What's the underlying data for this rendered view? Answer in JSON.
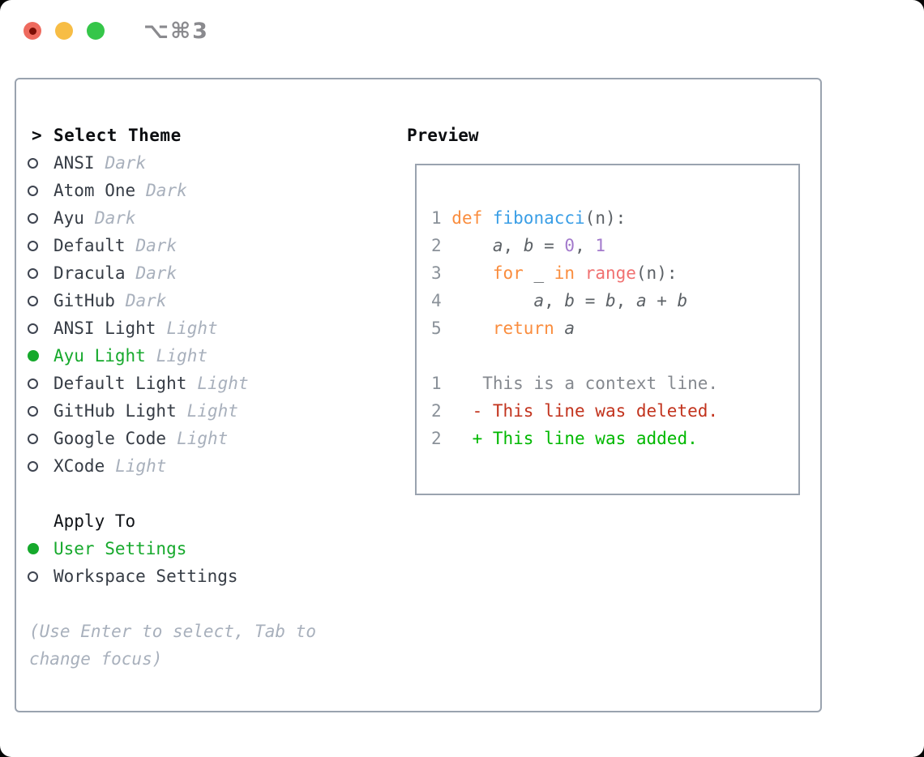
{
  "window": {
    "shortcut": "⌥⌘3",
    "traffic_lights": {
      "close": "close",
      "minimize": "minimize",
      "zoom": "zoom"
    }
  },
  "theme_panel": {
    "title_prefix": ">",
    "title": "Select Theme",
    "themes": [
      {
        "name": "ANSI",
        "variant": "Dark",
        "selected": false
      },
      {
        "name": "Atom One",
        "variant": "Dark",
        "selected": false
      },
      {
        "name": "Ayu",
        "variant": "Dark",
        "selected": false
      },
      {
        "name": "Default",
        "variant": "Dark",
        "selected": false
      },
      {
        "name": "Dracula",
        "variant": "Dark",
        "selected": false
      },
      {
        "name": "GitHub",
        "variant": "Dark",
        "selected": false
      },
      {
        "name": "ANSI Light",
        "variant": "Light",
        "selected": false
      },
      {
        "name": "Ayu Light",
        "variant": "Light",
        "selected": true
      },
      {
        "name": "Default Light",
        "variant": "Light",
        "selected": false
      },
      {
        "name": "GitHub Light",
        "variant": "Light",
        "selected": false
      },
      {
        "name": "Google Code",
        "variant": "Light",
        "selected": false
      },
      {
        "name": "XCode",
        "variant": "Light",
        "selected": false
      }
    ],
    "apply_to": {
      "title": "Apply To",
      "options": [
        {
          "label": "User Settings",
          "selected": true
        },
        {
          "label": "Workspace Settings",
          "selected": false
        }
      ]
    },
    "hint": "(Use Enter to select, Tab to change focus)"
  },
  "preview": {
    "title": "Preview",
    "code_lines": [
      [
        {
          "text": "1 ",
          "color": "line_number"
        },
        {
          "text": "def ",
          "color": "keyword"
        },
        {
          "text": "fibonacci",
          "color": "function"
        },
        {
          "text": "(n):",
          "color": "foreground"
        }
      ],
      [
        {
          "text": "2 ",
          "color": "line_number"
        },
        {
          "text": "    ",
          "color": "foreground"
        },
        {
          "text": "a",
          "color": "foreground",
          "italic": true
        },
        {
          "text": ", ",
          "color": "foreground"
        },
        {
          "text": "b",
          "color": "foreground",
          "italic": true
        },
        {
          "text": " = ",
          "color": "foreground"
        },
        {
          "text": "0",
          "color": "constant"
        },
        {
          "text": ", ",
          "color": "foreground"
        },
        {
          "text": "1",
          "color": "constant"
        }
      ],
      [
        {
          "text": "3 ",
          "color": "line_number"
        },
        {
          "text": "    ",
          "color": "foreground"
        },
        {
          "text": "for ",
          "color": "keyword"
        },
        {
          "text": "_ ",
          "color": "foreground"
        },
        {
          "text": "in ",
          "color": "keyword"
        },
        {
          "text": "range",
          "color": "builtin"
        },
        {
          "text": "(n):",
          "color": "foreground"
        }
      ],
      [
        {
          "text": "4 ",
          "color": "line_number"
        },
        {
          "text": "        ",
          "color": "foreground"
        },
        {
          "text": "a",
          "color": "foreground",
          "italic": true
        },
        {
          "text": ", ",
          "color": "foreground"
        },
        {
          "text": "b",
          "color": "foreground",
          "italic": true
        },
        {
          "text": " = ",
          "color": "foreground"
        },
        {
          "text": "b",
          "color": "foreground",
          "italic": true
        },
        {
          "text": ", ",
          "color": "foreground"
        },
        {
          "text": "a",
          "color": "foreground",
          "italic": true
        },
        {
          "text": " + ",
          "color": "foreground"
        },
        {
          "text": "b",
          "color": "foreground",
          "italic": true
        }
      ],
      [
        {
          "text": "5 ",
          "color": "line_number"
        },
        {
          "text": "    ",
          "color": "foreground"
        },
        {
          "text": "return ",
          "color": "keyword"
        },
        {
          "text": "a",
          "color": "foreground",
          "italic": true
        }
      ],
      [],
      [
        {
          "text": "1",
          "color": "line_number"
        },
        {
          "text": "    ",
          "color": "foreground"
        },
        {
          "text": "This is a context line.",
          "color": "context"
        }
      ],
      [
        {
          "text": "2",
          "color": "line_number"
        },
        {
          "text": "   ",
          "color": "foreground"
        },
        {
          "text": "- This line was deleted.",
          "color": "deleted"
        }
      ],
      [
        {
          "text": "2",
          "color": "line_number"
        },
        {
          "text": "   ",
          "color": "foreground"
        },
        {
          "text": "+ This line was added.",
          "color": "added"
        }
      ]
    ]
  },
  "colors": {
    "accent_green": "#16a92c",
    "muted": "#a8b0bc",
    "text": "#363c45",
    "heading": "#0b0d10",
    "border": "#9aa3af",
    "code": {
      "keyword": "#fa8d3e",
      "function": "#399ee6",
      "constant": "#a37acc",
      "builtin": "#f07171",
      "foreground": "#5c6166",
      "line_number": "#8a9199",
      "context": "#85898f",
      "deleted": "#c2331d",
      "added": "#00b800"
    }
  }
}
